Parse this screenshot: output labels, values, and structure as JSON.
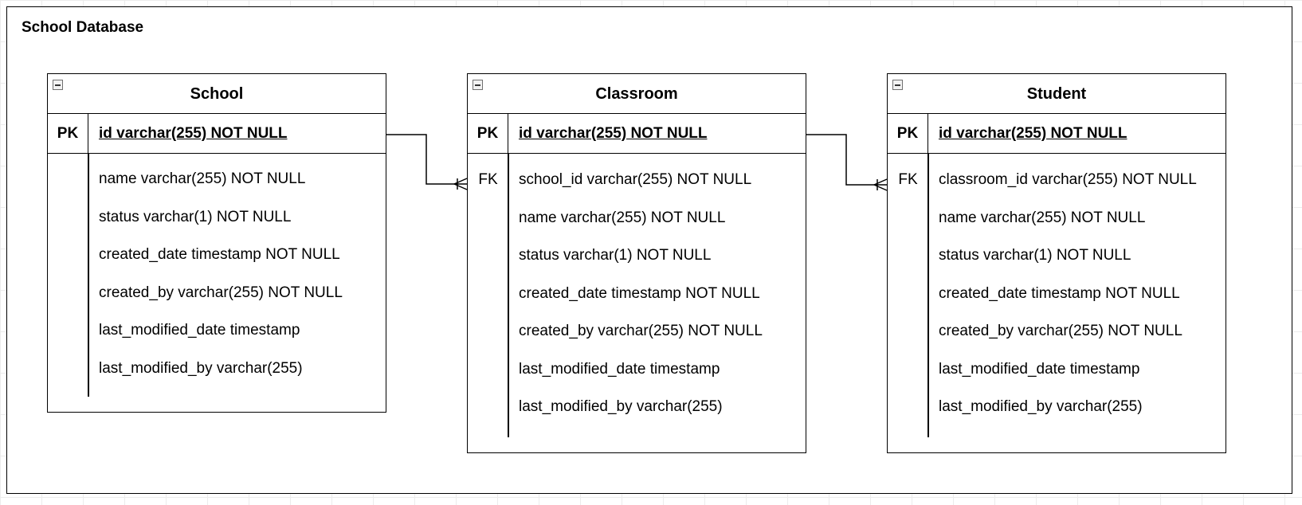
{
  "diagram": {
    "title": "School Database",
    "tables": [
      {
        "name": "School",
        "primary_key": {
          "key": "PK",
          "name": "id varchar(255) NOT NULL"
        },
        "fields": [
          {
            "key": "",
            "name": "name varchar(255) NOT NULL"
          },
          {
            "key": "",
            "name": "status varchar(1) NOT NULL"
          },
          {
            "key": "",
            "name": "created_date timestamp NOT NULL"
          },
          {
            "key": "",
            "name": "created_by varchar(255) NOT NULL"
          },
          {
            "key": "",
            "name": "last_modified_date timestamp"
          },
          {
            "key": "",
            "name": "last_modified_by varchar(255)"
          }
        ]
      },
      {
        "name": "Classroom",
        "primary_key": {
          "key": "PK",
          "name": "id varchar(255) NOT NULL"
        },
        "fields": [
          {
            "key": "FK",
            "name": "school_id varchar(255) NOT NULL"
          },
          {
            "key": "",
            "name": "name varchar(255) NOT NULL"
          },
          {
            "key": "",
            "name": "status varchar(1) NOT NULL"
          },
          {
            "key": "",
            "name": "created_date timestamp NOT NULL"
          },
          {
            "key": "",
            "name": "created_by varchar(255) NOT NULL"
          },
          {
            "key": "",
            "name": "last_modified_date timestamp"
          },
          {
            "key": "",
            "name": "last_modified_by varchar(255)"
          }
        ]
      },
      {
        "name": "Student",
        "primary_key": {
          "key": "PK",
          "name": "id varchar(255) NOT NULL"
        },
        "fields": [
          {
            "key": "FK",
            "name": "classroom_id varchar(255) NOT NULL"
          },
          {
            "key": "",
            "name": "name varchar(255) NOT NULL"
          },
          {
            "key": "",
            "name": "status varchar(1) NOT NULL"
          },
          {
            "key": "",
            "name": "created_date timestamp NOT NULL"
          },
          {
            "key": "",
            "name": "created_by varchar(255) NOT NULL"
          },
          {
            "key": "",
            "name": "last_modified_date timestamp"
          },
          {
            "key": "",
            "name": "last_modified_by varchar(255)"
          }
        ]
      }
    ],
    "relationships": [
      {
        "from": "School.id",
        "to": "Classroom.school_id",
        "type": "one-to-many"
      },
      {
        "from": "Classroom.id",
        "to": "Student.classroom_id",
        "type": "one-to-many"
      }
    ]
  }
}
